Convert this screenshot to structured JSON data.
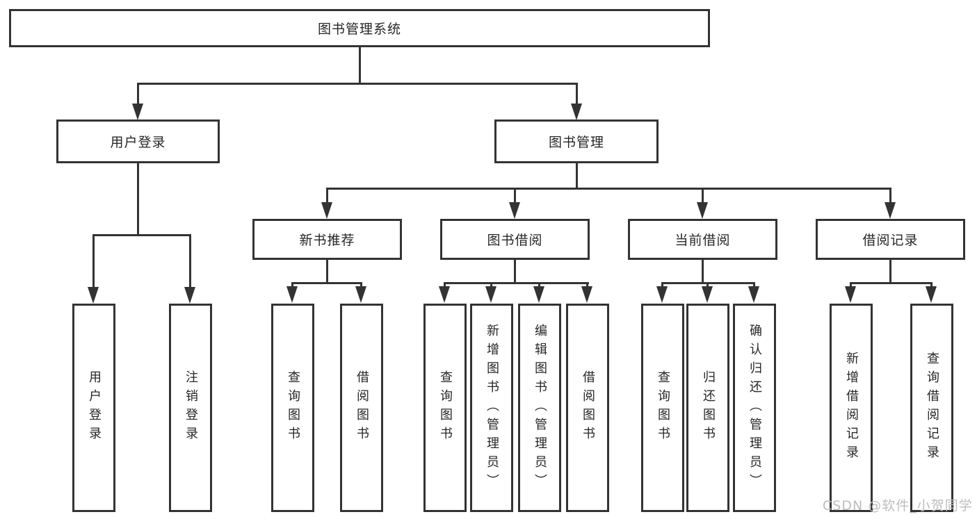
{
  "tree": {
    "root": {
      "label": "图书管理系统"
    },
    "branches": [
      {
        "label": "用户登录",
        "children": [
          {
            "label": "用户登录"
          },
          {
            "label": "注销登录"
          }
        ]
      },
      {
        "label": "图书管理",
        "groups": [
          {
            "label": "新书推荐",
            "children": [
              {
                "label": "查询图书"
              },
              {
                "label": "借阅图书"
              }
            ]
          },
          {
            "label": "图书借阅",
            "children": [
              {
                "label": "查询图书"
              },
              {
                "label": "新增图书（管理员）"
              },
              {
                "label": "编辑图书（管理员）"
              },
              {
                "label": "借阅图书"
              }
            ]
          },
          {
            "label": "当前借阅",
            "children": [
              {
                "label": "查询图书"
              },
              {
                "label": "归还图书"
              },
              {
                "label": "确认归还（管理员）"
              }
            ]
          },
          {
            "label": "借阅记录",
            "children": [
              {
                "label": "新增借阅记录"
              },
              {
                "label": "查询借阅记录"
              }
            ]
          }
        ]
      }
    ]
  },
  "watermark": {
    "text": "CSDN @软件_小贺同学"
  },
  "colors": {
    "line": "#333333",
    "text": "#262626",
    "watermark": "#bdbdbd",
    "background": "#ffffff"
  }
}
